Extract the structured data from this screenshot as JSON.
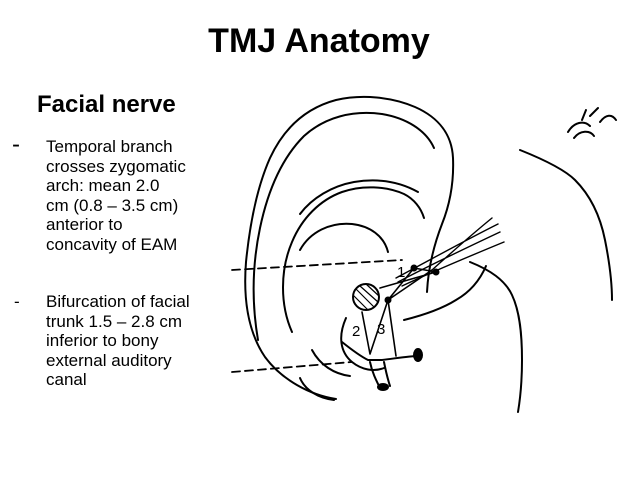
{
  "title": "TMJ Anatomy",
  "subtitle": "Facial nerve",
  "bullets": [
    {
      "marker": "-",
      "lines": [
        "Temporal branch",
        "crosses zygomatic",
        "arch: mean 2.0",
        "cm (0.8 – 3.5 cm)",
        "anterior to",
        "concavity of EAM"
      ]
    },
    {
      "marker": "-",
      "lines": [
        "Bifurcation of facial",
        "trunk 1.5 – 2.8 cm",
        "inferior to bony",
        "external auditory",
        "canal"
      ]
    }
  ],
  "diagram": {
    "labels": [
      "1",
      "2",
      "3"
    ]
  }
}
